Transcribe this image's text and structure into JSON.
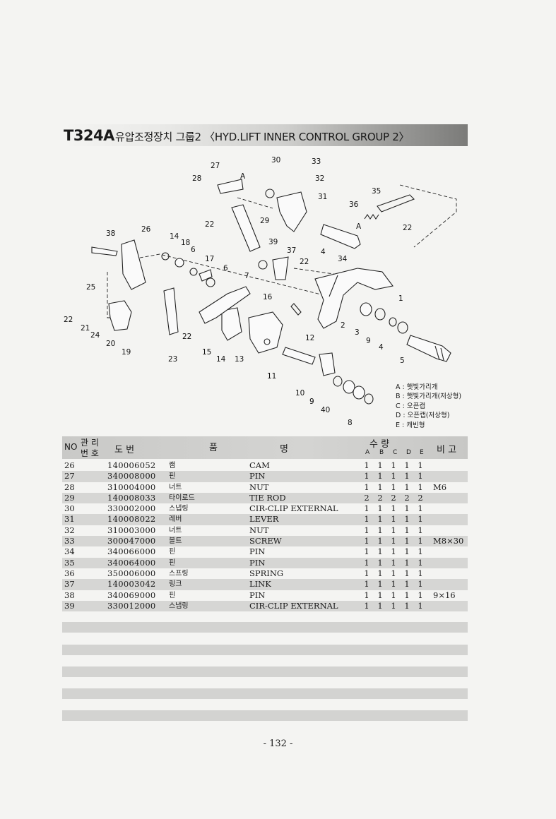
{
  "header": {
    "code": "T324A",
    "title": "유압조정장치 그룹2 〈HYD.LIFT INNER CONTROL GROUP 2〉"
  },
  "legend": [
    "A : 햇빛가리개",
    "B : 햇빛가리개(저상형)",
    "C : 오픈캡",
    "D : 오픈캡(저상형)",
    "E : 캐빈형"
  ],
  "callouts": {
    "c1": "1",
    "c2": "2",
    "c3": "3",
    "c4": "4",
    "c5": "5",
    "c6": "6",
    "c7": "7",
    "c8": "8",
    "c9": "9",
    "c10": "10",
    "c11": "11",
    "c12": "12",
    "c13": "13",
    "c14": "14",
    "c15": "15",
    "c16": "16",
    "c17": "17",
    "c18": "18",
    "c19": "19",
    "c20": "20",
    "c21": "21",
    "c22": "22",
    "c23": "23",
    "c24": "24",
    "c25": "25",
    "c26": "26",
    "c27": "27",
    "c28": "28",
    "c29": "29",
    "c30": "30",
    "c31": "31",
    "c32": "32",
    "c33": "33",
    "c34": "34",
    "c35": "35",
    "c36": "36",
    "c37": "37",
    "c38": "38",
    "c39": "39",
    "c40": "40",
    "A": "A"
  },
  "table": {
    "headers": {
      "no": "NO",
      "mgmt_top": "관 리",
      "mgmt_bottom": "번 호",
      "code": "도   번",
      "name_kr": "품",
      "name_en": "명",
      "qty_top": "수        량",
      "qty_cols": [
        "A",
        "B",
        "C",
        "D",
        "E"
      ],
      "remark": "비  고"
    },
    "rows": [
      {
        "no": "26",
        "code": "140006052",
        "kr": "캠",
        "en": "CAM",
        "q": [
          "1",
          "1",
          "1",
          "1",
          "1"
        ],
        "remark": ""
      },
      {
        "no": "27",
        "code": "340008000",
        "kr": "핀",
        "en": "PIN",
        "q": [
          "1",
          "1",
          "1",
          "1",
          "1"
        ],
        "remark": ""
      },
      {
        "no": "28",
        "code": "310004000",
        "kr": "너트",
        "en": "NUT",
        "q": [
          "1",
          "1",
          "1",
          "1",
          "1"
        ],
        "remark": "M6"
      },
      {
        "no": "29",
        "code": "140008033",
        "kr": "타이로드",
        "en": "TIE ROD",
        "q": [
          "2",
          "2",
          "2",
          "2",
          "2"
        ],
        "remark": ""
      },
      {
        "no": "30",
        "code": "330002000",
        "kr": "스냅링",
        "en": "CIR-CLIP EXTERNAL",
        "q": [
          "1",
          "1",
          "1",
          "1",
          "1"
        ],
        "remark": ""
      },
      {
        "no": "31",
        "code": "140008022",
        "kr": "레버",
        "en": "LEVER",
        "q": [
          "1",
          "1",
          "1",
          "1",
          "1"
        ],
        "remark": ""
      },
      {
        "no": "32",
        "code": "310003000",
        "kr": "너트",
        "en": "NUT",
        "q": [
          "1",
          "1",
          "1",
          "1",
          "1"
        ],
        "remark": ""
      },
      {
        "no": "33",
        "code": "300047000",
        "kr": "볼트",
        "en": "SCREW",
        "q": [
          "1",
          "1",
          "1",
          "1",
          "1"
        ],
        "remark": "M8×30"
      },
      {
        "no": "34",
        "code": "340066000",
        "kr": "핀",
        "en": "PIN",
        "q": [
          "1",
          "1",
          "1",
          "1",
          "1"
        ],
        "remark": ""
      },
      {
        "no": "35",
        "code": "340064000",
        "kr": "핀",
        "en": "PIN",
        "q": [
          "1",
          "1",
          "1",
          "1",
          "1"
        ],
        "remark": ""
      },
      {
        "no": "36",
        "code": "350006000",
        "kr": "스프링",
        "en": "SPRING",
        "q": [
          "1",
          "1",
          "1",
          "1",
          "1"
        ],
        "remark": ""
      },
      {
        "no": "37",
        "code": "140003042",
        "kr": "링크",
        "en": "LINK",
        "q": [
          "1",
          "1",
          "1",
          "1",
          "1"
        ],
        "remark": ""
      },
      {
        "no": "38",
        "code": "340069000",
        "kr": "핀",
        "en": "PIN",
        "q": [
          "1",
          "1",
          "1",
          "1",
          "1"
        ],
        "remark": "9×16"
      },
      {
        "no": "39",
        "code": "330012000",
        "kr": "스냅링",
        "en": "CIR-CLIP EXTERNAL",
        "q": [
          "1",
          "1",
          "1",
          "1",
          "1"
        ],
        "remark": ""
      }
    ]
  },
  "page_number": "- 132 -"
}
